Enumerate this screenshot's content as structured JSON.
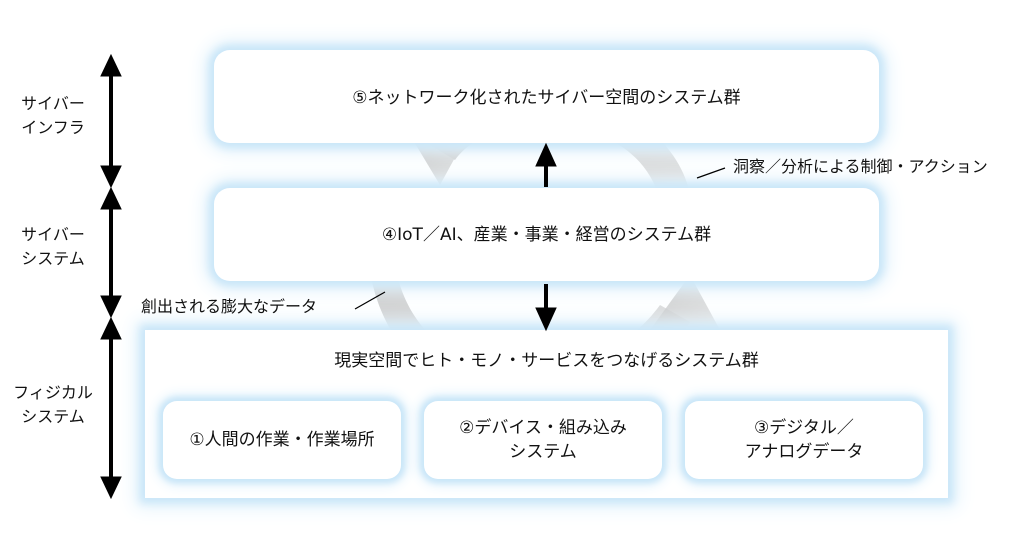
{
  "layers": {
    "cyber_infra": {
      "side_label_line1": "サイバー",
      "side_label_line2": "インフラ",
      "box_text": "⑤ネットワーク化されたサイバー空間のシステム群"
    },
    "cyber_system": {
      "side_label_line1": "サイバー",
      "side_label_line2": "システム",
      "box_text": "④IoT／AI、産業・事業・経営のシステム群"
    },
    "physical_system": {
      "side_label_line1": "フィジカル",
      "side_label_line2": "システム",
      "box_text": "現実空間でヒト・モノ・サービスをつなげるシステム群",
      "items": [
        {
          "line1": "①人間の作業・作業場所",
          "line2": ""
        },
        {
          "line1": "②デバイス・組み込み",
          "line2": "システム"
        },
        {
          "line1": "③デジタル／",
          "line2": "アナログデータ"
        }
      ]
    }
  },
  "annotations": {
    "top": "洞察／分析による制御・アクション",
    "bottom": "創出される膨大なデータ"
  },
  "colors": {
    "arrow": "#000000",
    "cycle": "#c8c8c8",
    "glow": "#c9e6f8"
  }
}
